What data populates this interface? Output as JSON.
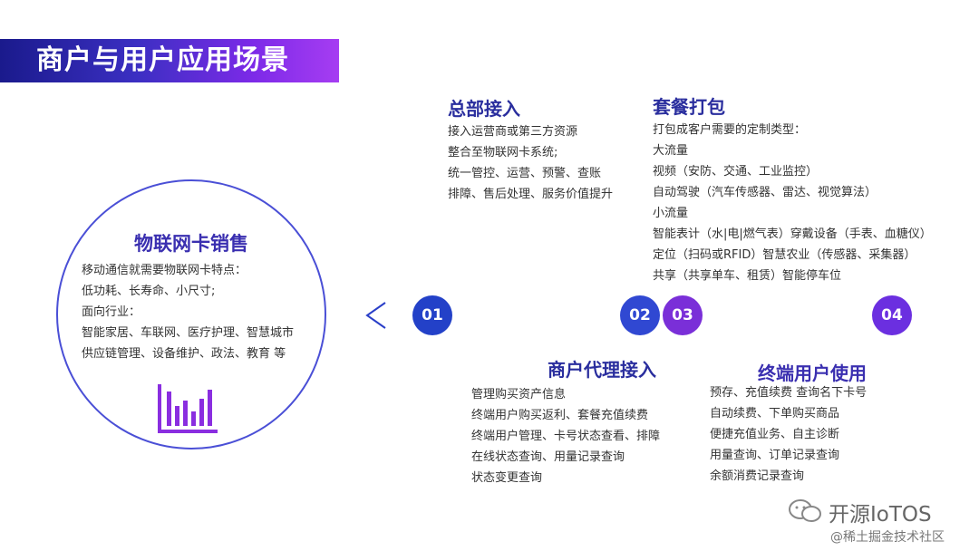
{
  "title": "商户与用户应用场景",
  "nodes": [
    "01",
    "02",
    "03",
    "04"
  ],
  "main": {
    "title": "物联网卡销售",
    "lines": [
      "移动通信就需要物联网卡特点：",
      "低功耗、长寿命、小尺寸;",
      "面向行业：",
      "智能家居、车联网、医疗护理、智慧城市",
      "供应链管理、设备维护、政法、教育 等"
    ]
  },
  "sections": {
    "hq": {
      "title": "总部接入",
      "lines": [
        "接入运营商或第三方资源",
        "整合至物联网卡系统;",
        "统一管控、运营、预警、查账",
        "排障、售后处理、服务价值提升"
      ]
    },
    "package": {
      "title": "套餐打包",
      "lines": [
        "打包成客户需要的定制类型：",
        "大流量",
        "视频（安防、交通、工业监控）",
        "自动驾驶（汽车传感器、雷达、视觉算法）",
        "小流量",
        "智能表计（水|电|燃气表）穿戴设备（手表、血糖仪）",
        "定位（扫码或RFID）智慧农业（传感器、采集器）",
        "共享（共享单车、租赁）智能停车位"
      ]
    },
    "agent": {
      "title": "商户代理接入",
      "lines": [
        "管理购买资产信息",
        "终端用户购买返利、套餐充值续费",
        "终端用户管理、卡号状态查看、排障",
        "在线状态查询、用量记录查询",
        "状态变更查询"
      ]
    },
    "enduser": {
      "title": "终端用户使用",
      "lines": [
        "预存、充值续费 查询名下卡号",
        "自动续费、下单购买商品",
        "便捷充值业务、自主诊断",
        "用量查询、订单记录查询",
        "余额消费记录查询"
      ]
    }
  },
  "watermark": "开源IoTOS",
  "community": "@稀土掘金技术社区"
}
